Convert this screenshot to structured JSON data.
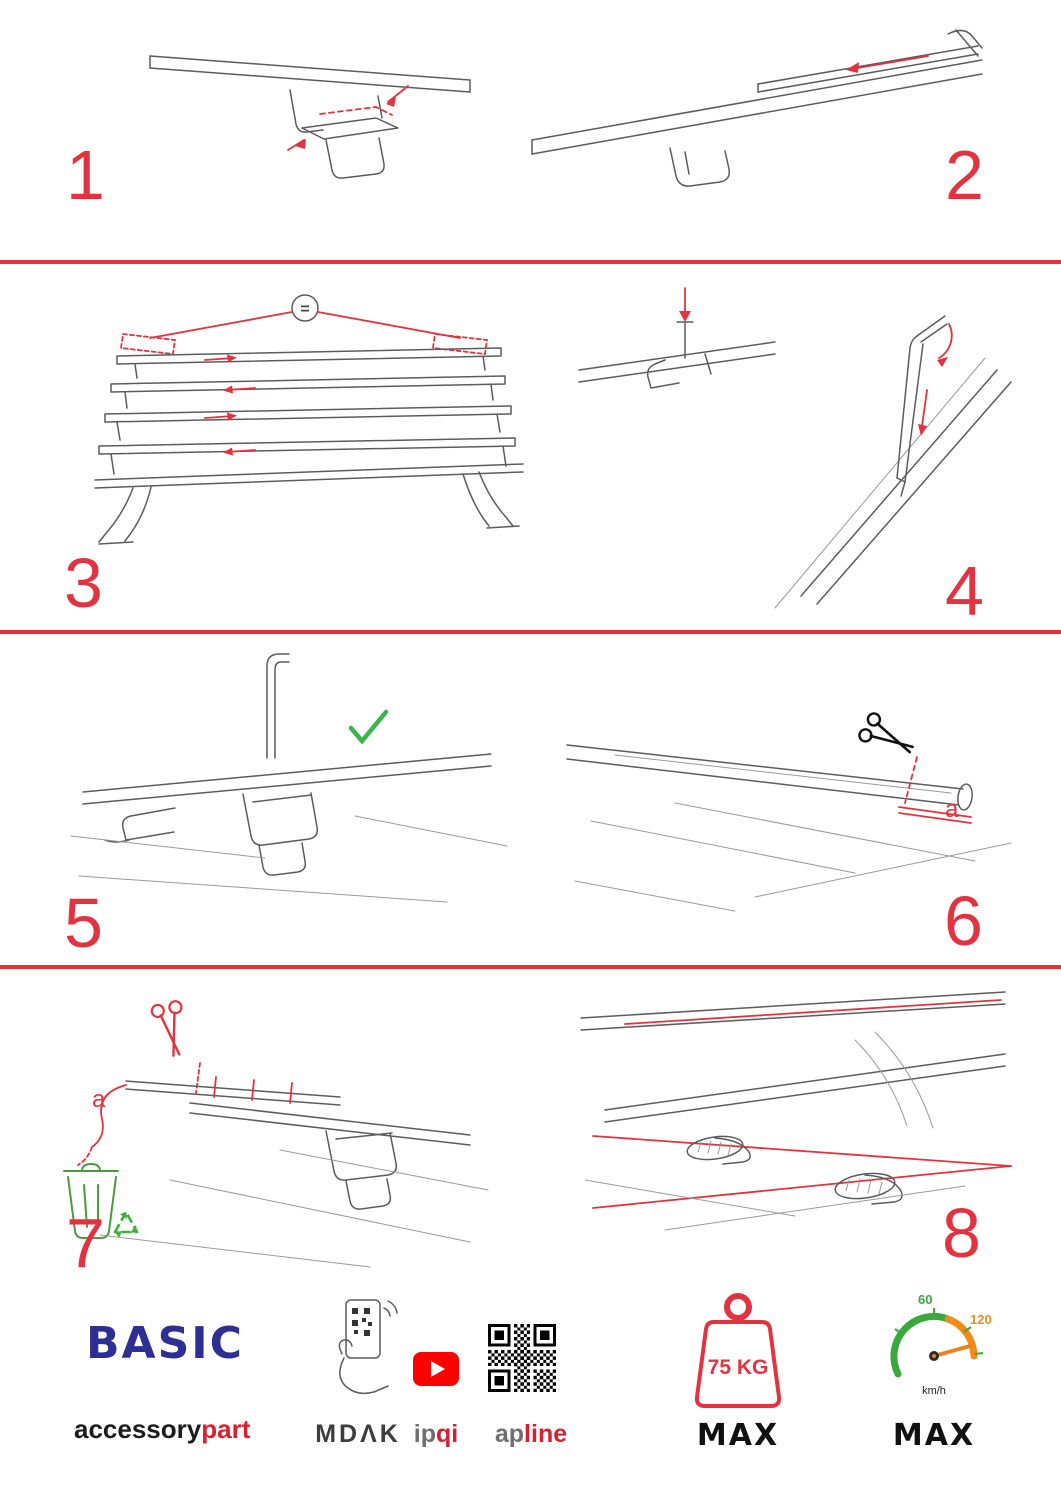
{
  "page": {
    "background": "#ffffff",
    "accent_red": "#e23440",
    "divider_red": "#e8313c",
    "drawing_gray": "#5c5c5c",
    "check_green": "#3bb54a",
    "recycle_green": "#3fae3c",
    "brand_navy": "#2d2f92",
    "logo_red": "#d7212e"
  },
  "steps": [
    {
      "number": "1"
    },
    {
      "number": "2"
    },
    {
      "number": "3",
      "equal_badge": "="
    },
    {
      "number": "4"
    },
    {
      "number": "5"
    },
    {
      "number": "6",
      "cut_label": "a"
    },
    {
      "number": "7",
      "cut_label": "a"
    },
    {
      "number": "8"
    }
  ],
  "footer": {
    "brand_title": "BASIC",
    "brand_sub_black": "accessory",
    "brand_sub_red": "part",
    "partners": {
      "mdak": "MDΛK",
      "ipqi_gray": "ip",
      "ipqi_red": "qi",
      "apline_gray": "ap",
      "apline_red": "line"
    },
    "weight_limit": {
      "value": "75 KG",
      "label": "MAX"
    },
    "speed_limit": {
      "low": "60",
      "high": "120",
      "unit": "km/h",
      "label": "MAX"
    }
  }
}
